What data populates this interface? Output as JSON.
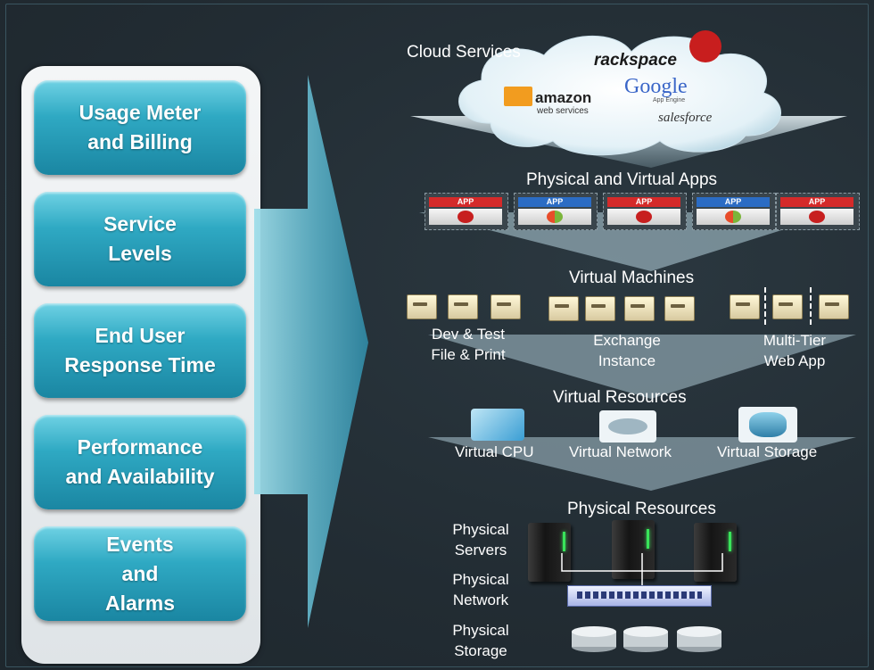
{
  "left_panel": {
    "items": [
      {
        "label": "Usage Meter\nand Billing"
      },
      {
        "label": "Service\nLevels"
      },
      {
        "label": "End User\nResponse Time"
      },
      {
        "label": "Performance\nand Availability"
      },
      {
        "label": "Events\nand\nAlarms"
      }
    ]
  },
  "cloud": {
    "title": "Cloud Services",
    "providers": [
      "rackspace",
      "Google",
      "App Engine",
      "amazon",
      "web services",
      "salesforce"
    ]
  },
  "apps": {
    "title": "Physical and Virtual Apps",
    "tiles": [
      {
        "label": "APP",
        "bar_color": "#d42a2a",
        "icon": "redhat-icon"
      },
      {
        "label": "APP",
        "bar_color": "#2b6cc4",
        "icon": "windows-icon"
      },
      {
        "label": "APP",
        "bar_color": "#d42a2a",
        "icon": "redhat-icon"
      },
      {
        "label": "APP",
        "bar_color": "#2b6cc4",
        "icon": "windows-icon"
      },
      {
        "label": "APP",
        "bar_color": "#d42a2a",
        "icon": "redhat-icon"
      }
    ]
  },
  "virtual_machines": {
    "title": "Virtual Machines",
    "groups": [
      {
        "label": "Dev & Test\nFile & Print"
      },
      {
        "label": "Exchange\nInstance"
      },
      {
        "label": "Multi-Tier\nWeb App"
      }
    ]
  },
  "virtual_resources": {
    "title": "Virtual Resources",
    "items": [
      {
        "label": "Virtual CPU",
        "icon": "cpu-icon"
      },
      {
        "label": "Virtual Network",
        "icon": "network-icon"
      },
      {
        "label": "Virtual Storage",
        "icon": "storage-icon"
      }
    ]
  },
  "physical_resources": {
    "title": "Physical Resources",
    "labels": {
      "servers": "Physical\nServers",
      "network": "Physical\nNetwork",
      "storage": "Physical\nStorage"
    }
  },
  "colors": {
    "background": "#232e35",
    "kpi_button": "#2fa9c3",
    "arrow": "#7fd0e0",
    "funnel": "#cfe6ef"
  }
}
